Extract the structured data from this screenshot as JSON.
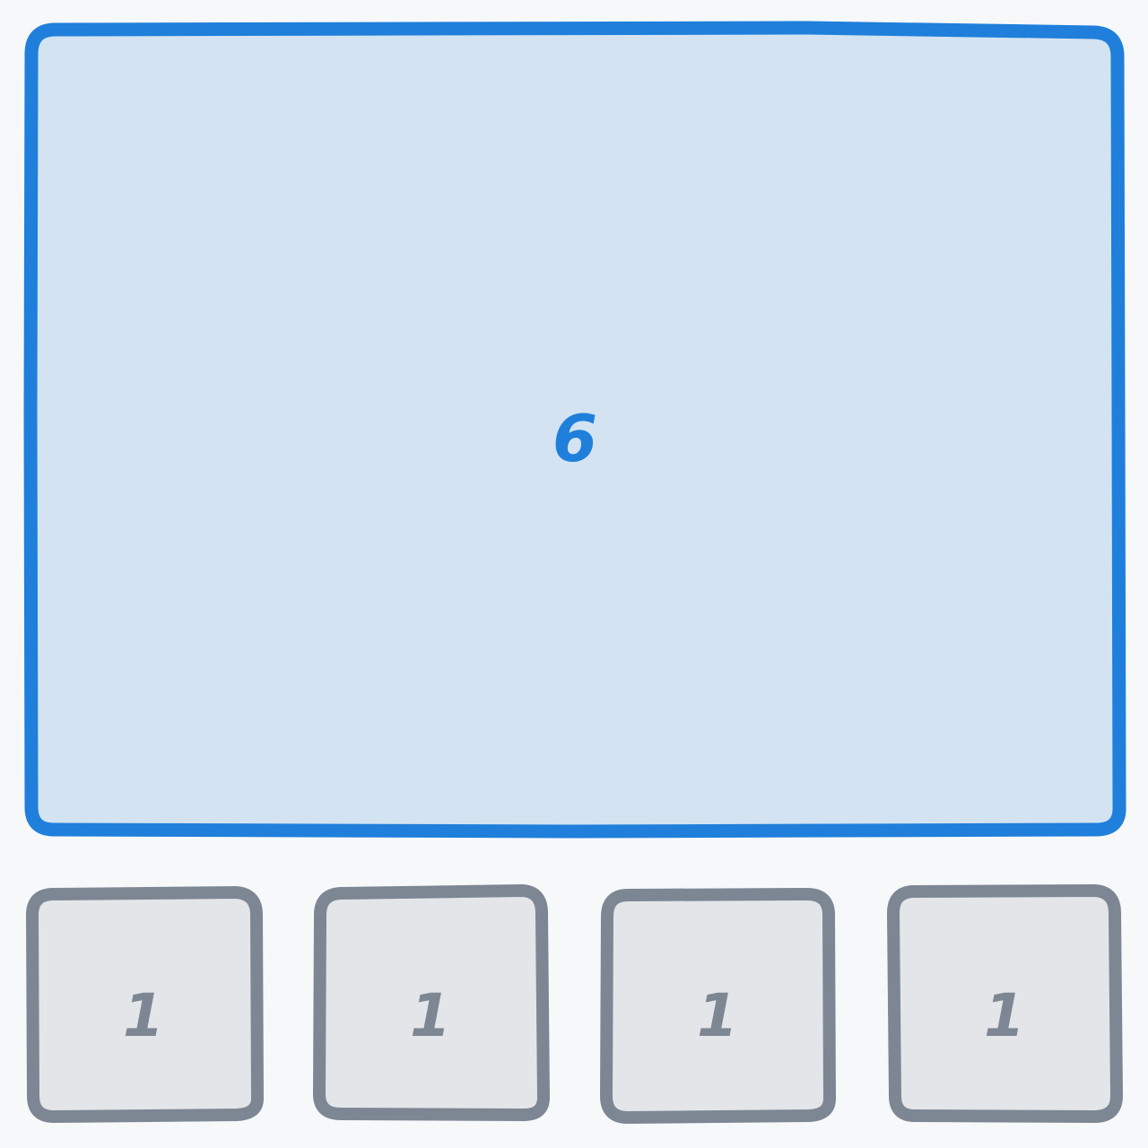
{
  "colors": {
    "background": "#f6f8fa",
    "primary_fill": "#d3e3f2",
    "primary_stroke": "#1f7fdb",
    "primary_text": "#1f7fdb",
    "secondary_fill": "#e3e5e8",
    "secondary_stroke": "#7d8794",
    "secondary_text": "#7d8794"
  },
  "main_box": {
    "label": "6"
  },
  "small_boxes": [
    {
      "label": "1"
    },
    {
      "label": "1"
    },
    {
      "label": "1"
    },
    {
      "label": "1"
    }
  ]
}
